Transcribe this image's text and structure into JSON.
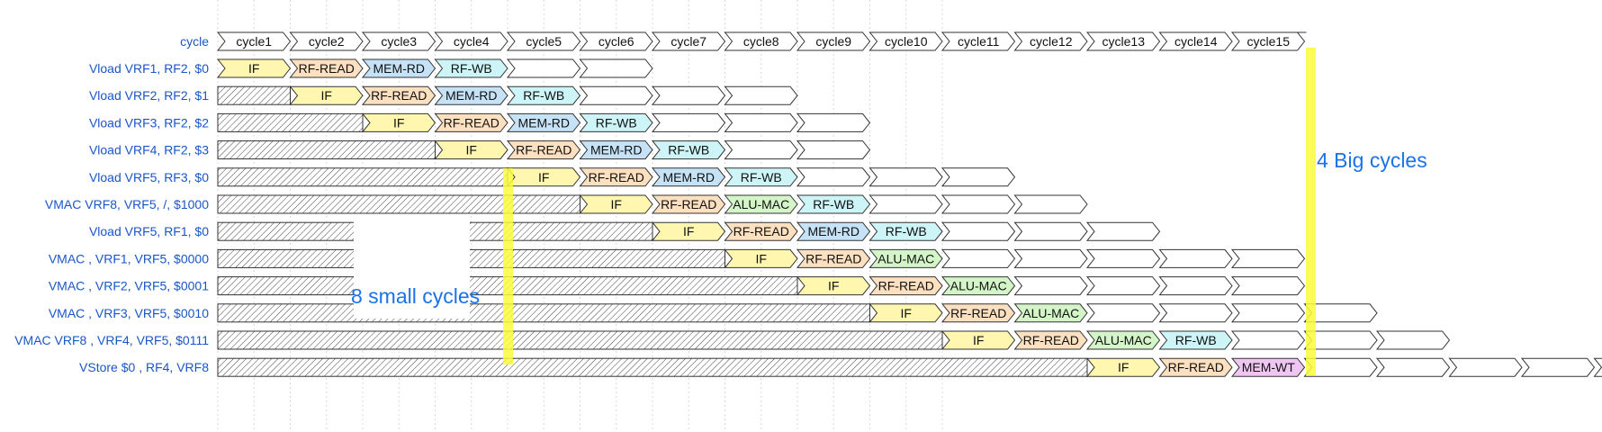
{
  "header_label": "cycle",
  "cycles": [
    "cycle1",
    "cycle2",
    "cycle3",
    "cycle4",
    "cycle5",
    "cycle6",
    "cycle7",
    "cycle8",
    "cycle9",
    "cycle10",
    "cycle11",
    "cycle12",
    "cycle13",
    "cycle14",
    "cycle15"
  ],
  "instructions": [
    {
      "label": "Vload VRF1, RF2, $0",
      "start": 1,
      "stages": [
        "IF",
        "RF-READ",
        "MEM-RD",
        "RF-WB"
      ],
      "tail": 2
    },
    {
      "label": "Vload VRF2, RF2, $1",
      "start": 2,
      "stages": [
        "IF",
        "RF-READ",
        "MEM-RD",
        "RF-WB"
      ],
      "tail": 3
    },
    {
      "label": "Vload VRF3, RF2, $2",
      "start": 3,
      "stages": [
        "IF",
        "RF-READ",
        "MEM-RD",
        "RF-WB"
      ],
      "tail": 3
    },
    {
      "label": "Vload VRF4, RF2, $3",
      "start": 4,
      "stages": [
        "IF",
        "RF-READ",
        "MEM-RD",
        "RF-WB"
      ],
      "tail": 2
    },
    {
      "label": "Vload VRF5, RF3, $0",
      "start": 5,
      "stages": [
        "IF",
        "RF-READ",
        "MEM-RD",
        "RF-WB"
      ],
      "tail": 3
    },
    {
      "label": "VMAC VRF8, VRF5, /, $1000",
      "start": 6,
      "stages": [
        "IF",
        "RF-READ",
        "ALU-MAC",
        "RF-WB"
      ],
      "tail": 3
    },
    {
      "label": "Vload VRF5, RF1, $0",
      "start": 7,
      "stages": [
        "IF",
        "RF-READ",
        "MEM-RD",
        "RF-WB"
      ],
      "tail": 3
    },
    {
      "label": "VMAC , VRF1, VRF5, $0000",
      "start": 8,
      "stages": [
        "IF",
        "RF-READ",
        "ALU-MAC"
      ],
      "tail": 5
    },
    {
      "label": "VMAC , VRF2, VRF5, $0001",
      "start": 9,
      "stages": [
        "IF",
        "RF-READ",
        "ALU-MAC"
      ],
      "tail": 4
    },
    {
      "label": "VMAC , VRF3, VRF5, $0010",
      "start": 10,
      "stages": [
        "IF",
        "RF-READ",
        "ALU-MAC"
      ],
      "tail": 4
    },
    {
      "label": "VMAC VRF8 , VRF4, VRF5, $0111",
      "start": 11,
      "stages": [
        "IF",
        "RF-READ",
        "ALU-MAC",
        "RF-WB"
      ],
      "tail": 3
    },
    {
      "label": "VStore $0 , RF4, VRF8",
      "start": 13,
      "stages": [
        "IF",
        "RF-READ",
        "MEM-WT"
      ],
      "tail": 5
    }
  ],
  "stage_colors": {
    "IF": "#fff6b0",
    "RF-READ": "#fde0bf",
    "MEM-RD": "#c6e2f7",
    "RF-WB": "#cdf4f7",
    "ALU-MAC": "#d4f5c8",
    "MEM-WT": "#efc6f1"
  },
  "annotations": {
    "small": "8 small cycles",
    "big": "4 Big cycles"
  },
  "highlight_color": "#fafa3c",
  "annotation_color": "#1a73e8",
  "label_color": "#1a56c8"
}
